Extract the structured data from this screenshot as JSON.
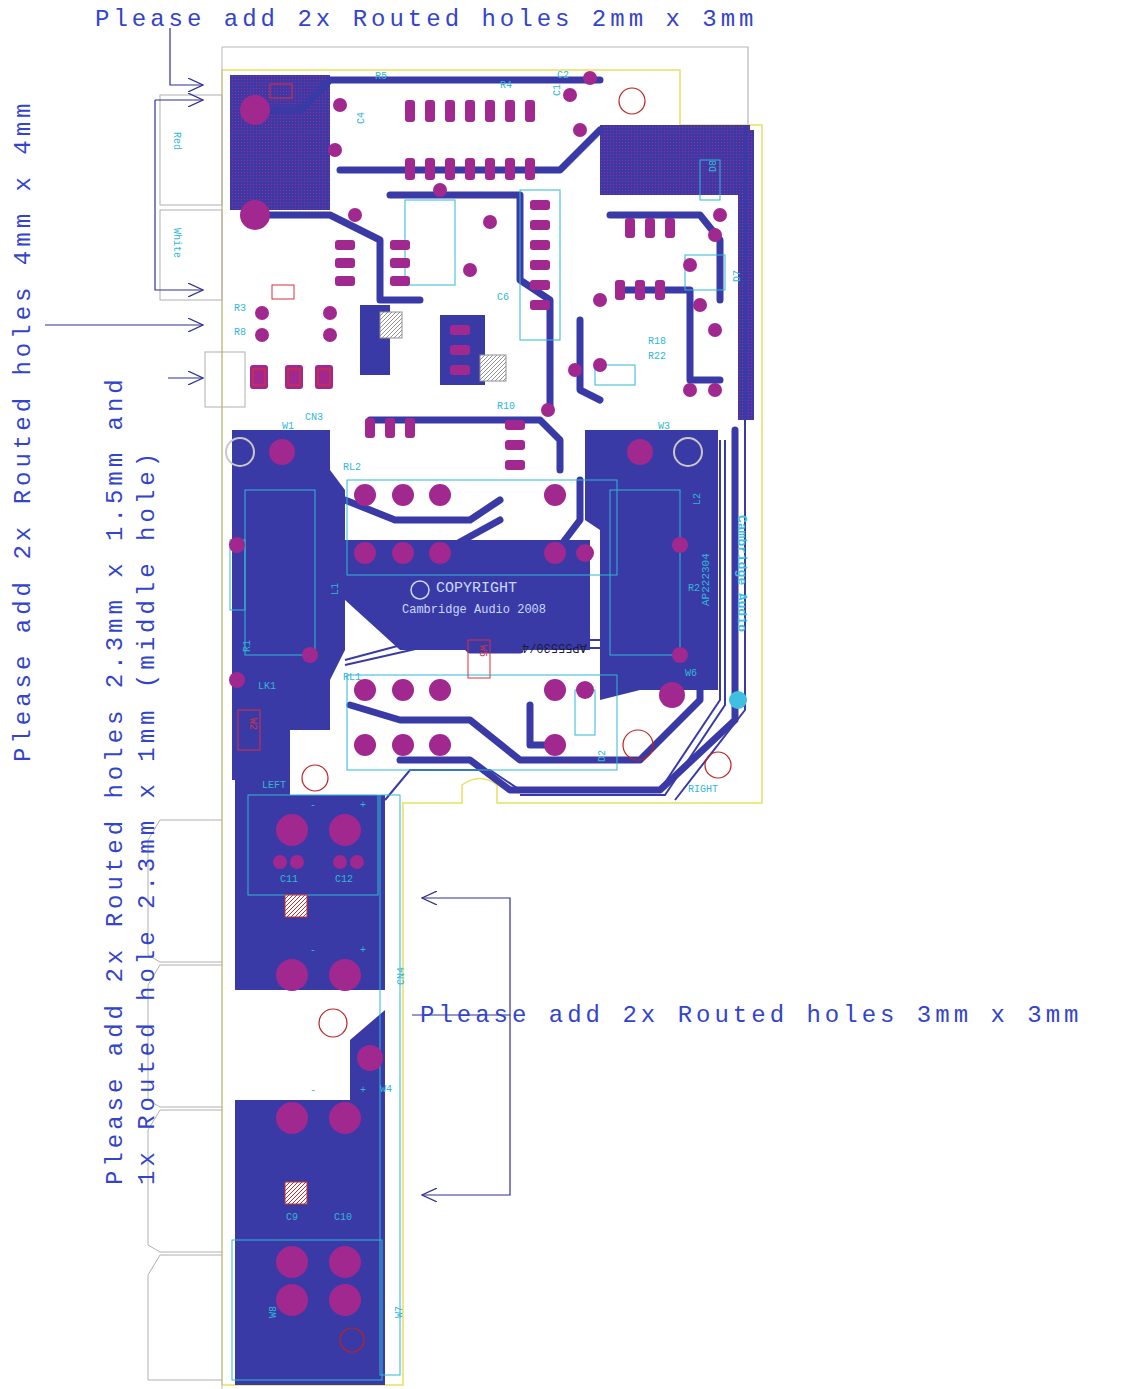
{
  "diagram": {
    "labels": [
      "Please add 2x Routed holes 2mm x 3mm",
      "Please add 2x Routed holes 4mm x 4mm",
      "Please add 2x Routed holes 2.3mm x 1.5mm and 1x Routed hole 2.3mm x 1mm (middle hole)",
      "Please add 2x Routed holes 3mm x 3mm",
      "Red",
      "White",
      "R5",
      "R4",
      "C2",
      "R3",
      "R8",
      "CN3",
      "W1",
      "W3",
      "RL2",
      "L1",
      "L2",
      "R1",
      "LK1",
      "COPYRIGHT",
      "Cambridge Audio 2008",
      "AP55530/4",
      "W5",
      "AP222304",
      "Cambridge Audio",
      "R2",
      "RL1",
      "W6",
      "W2",
      "D2",
      "LEFT",
      "RIGHT",
      "C11",
      "C12",
      "CN4",
      "W4",
      "C9",
      "C10",
      "W8",
      "W7",
      "-",
      "+",
      "-",
      "+",
      "-",
      "+",
      "C4",
      "C1",
      "C6",
      "R10",
      "R18",
      "R22",
      "D8",
      "D7"
    ]
  }
}
